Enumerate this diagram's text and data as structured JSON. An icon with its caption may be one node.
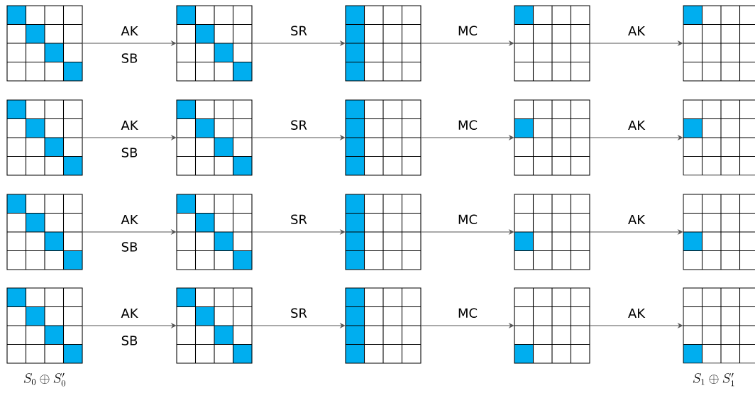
{
  "diagram": {
    "nodes": [
      {
        "text": [],
        "shape": "grid"
      },
      {
        "text": [],
        "shape": "grid"
      },
      {
        "text": [],
        "shape": "grid"
      },
      {
        "text": [],
        "shape": "grid"
      },
      {
        "text": [],
        "shape": "grid"
      },
      {
        "text": [],
        "shape": "grid"
      },
      {
        "text": [],
        "shape": "grid"
      },
      {
        "text": [],
        "shape": "grid"
      },
      {
        "text": [],
        "shape": "grid"
      },
      {
        "text": [],
        "shape": "grid"
      },
      {
        "text": [],
        "shape": "grid"
      },
      {
        "text": [],
        "shape": "grid"
      },
      {
        "text": [],
        "shape": "grid"
      },
      {
        "text": [],
        "shape": "grid"
      },
      {
        "text": [],
        "shape": "grid"
      },
      {
        "text": [],
        "shape": "grid"
      },
      {
        "text": [],
        "shape": "grid"
      },
      {
        "text": [],
        "shape": "grid"
      },
      {
        "text": [],
        "shape": "grid"
      },
      {
        "text": [],
        "shape": "grid"
      }
    ],
    "edges": [
      {
        "from": 0,
        "to": 1,
        "arrow": "to",
        "label": "AK"
      },
      {
        "from": 1,
        "to": 2,
        "arrow": "to",
        "label": "SR"
      },
      {
        "from": 2,
        "to": 3,
        "arrow": "to",
        "label": "MC"
      },
      {
        "from": 3,
        "to": 4,
        "arrow": "to",
        "label": "AK"
      },
      {
        "from": 5,
        "to": 6,
        "arrow": "to",
        "label": "AK"
      },
      {
        "from": 6,
        "to": 7,
        "arrow": "to",
        "label": "SR"
      },
      {
        "from": 7,
        "to": 8,
        "arrow": "to",
        "label": "MC"
      },
      {
        "from": 8,
        "to": 9,
        "arrow": "to",
        "label": "AK"
      },
      {
        "from": 10,
        "to": 11,
        "arrow": "to",
        "label": "AK"
      },
      {
        "from": 11,
        "to": 12,
        "arrow": "to",
        "label": "SR"
      },
      {
        "from": 12,
        "to": 13,
        "arrow": "to",
        "label": "MC"
      },
      {
        "from": 13,
        "to": 14,
        "arrow": "to",
        "label": "AK"
      },
      {
        "from": 15,
        "to": 16,
        "arrow": "to",
        "label": "AK"
      },
      {
        "from": 16,
        "to": 17,
        "arrow": "to",
        "label": "SR"
      },
      {
        "from": 17,
        "to": 18,
        "arrow": "to",
        "label": "MC"
      },
      {
        "from": 18,
        "to": 19,
        "arrow": "to",
        "label": "AK"
      }
    ],
    "labels": [
      "SB",
      "SB",
      "SB",
      "SB",
      "S_0 \\oplus S_0'",
      "S_1 \\oplus S_1'"
    ]
  }
}
